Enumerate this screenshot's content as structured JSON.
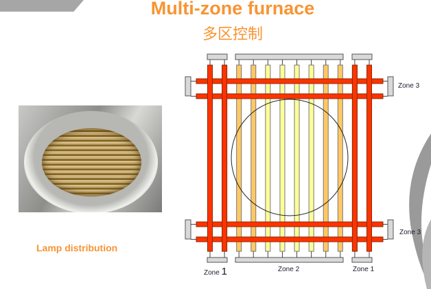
{
  "slide": {
    "title": "Multi-zone furnace",
    "subtitle": "多区控制",
    "photo_caption": "Lamp distribution"
  },
  "diagram": {
    "vertical_lamp_zones": [
      1,
      1,
      2,
      2,
      2,
      2,
      2,
      2,
      2,
      2,
      1,
      1
    ],
    "vertical_lamp_shades": [
      "red",
      "red",
      "orange",
      "orange",
      "yellow",
      "yellow",
      "yellow",
      "yellow",
      "orange",
      "orange",
      "red",
      "red"
    ],
    "horizontal_lamp_zone": 3,
    "labels": {
      "zone3_top": "Zone 3",
      "zone3_bottom": "Zone 3",
      "zone1_left_prefix": "Zone ",
      "zone1_left_num": "1",
      "zone2": "Zone 2",
      "zone1_right": "Zone 1"
    },
    "colors": {
      "red": "#ff3300",
      "orange": "#ffc864",
      "yellow": "#ffff99",
      "clamp": "#d9d9d9",
      "accent": "#f79433"
    }
  }
}
